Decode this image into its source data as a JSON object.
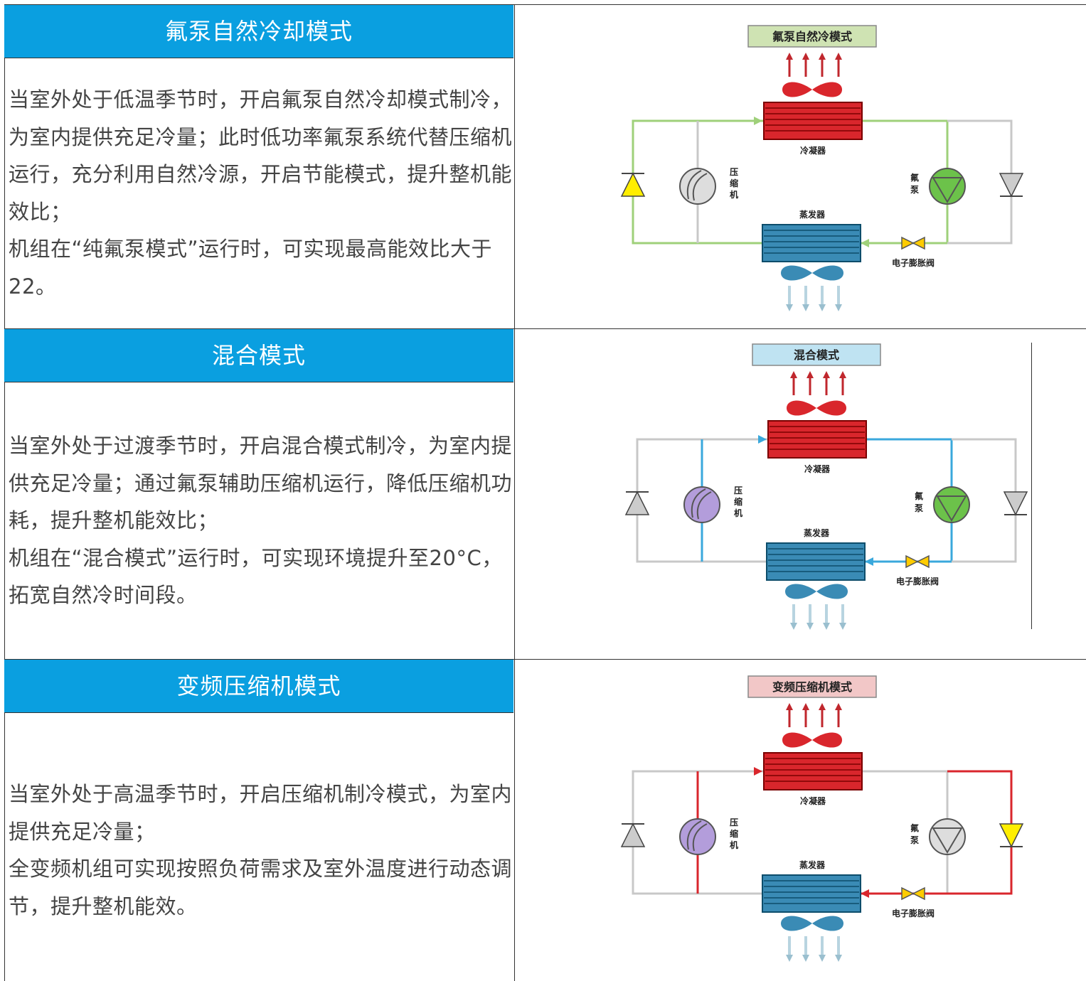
{
  "modes": [
    {
      "header": "氟泵自然冷却模式",
      "paragraphs": [
        "当室外处于低温季节时，开启氟泵自然冷却模式制冷，为室内提供充足冷量；此时低功率氟泵系统代替压缩机运行，充分利用自然冷源，开启节能模式，提升整机能效比；",
        "机组在“纯氟泵模式”运行时，可实现最高能效比大于 22。"
      ],
      "diagram": {
        "title": "氟泵自然冷模式",
        "title_bg": "#cfe3b3",
        "pipe_color": "#9fd07a",
        "condenser_label": "冷凝器",
        "evaporator_label": "蒸发器",
        "compressor_label": [
          "压",
          "缩",
          "机"
        ],
        "pump_label": [
          "氟",
          "泵"
        ],
        "valve_label": "电子膨胀阀",
        "compressor_fill": "#dddddd",
        "pump_fill": "#6cc24a",
        "left_check_fill": "#ffee00",
        "right_check_fill": "#cccccc"
      }
    },
    {
      "header": "混合模式",
      "paragraphs": [
        "当室外处于过渡季节时，开启混合模式制冷，为室内提供充足冷量；通过氟泵辅助压缩机运行，降低压缩机功耗，提升整机能效比；",
        "机组在“混合模式”运行时，可实现环境提升至20°C，拓宽自然冷时间段。"
      ],
      "diagram": {
        "title": "混合模式",
        "title_bg": "#bfe3f2",
        "pipe_color": "#3aa8dc",
        "condenser_label": "冷凝器",
        "evaporator_label": "蒸发器",
        "compressor_label": [
          "压",
          "缩",
          "机"
        ],
        "pump_label": [
          "氟",
          "泵"
        ],
        "valve_label": "电子膨胀阀",
        "compressor_fill": "#b39ddb",
        "pump_fill": "#6cc24a",
        "left_check_fill": "#cccccc",
        "right_check_fill": "#cccccc"
      }
    },
    {
      "header": "变频压缩机模式",
      "paragraphs": [
        "当室外处于高温季节时，开启压缩机制冷模式，为室内提供充足冷量；",
        "全变频机组可实现按照负荷需求及室外温度进行动态调节，提升整机能效。"
      ],
      "diagram": {
        "title": "变频压缩机模式",
        "title_bg": "#f2c7c7",
        "pipe_color": "#d9262c",
        "condenser_label": "冷凝器",
        "evaporator_label": "蒸发器",
        "compressor_label": [
          "压",
          "缩",
          "机"
        ],
        "pump_label": [
          "氟",
          "泵"
        ],
        "valve_label": "电子膨胀阀",
        "compressor_fill": "#b39ddb",
        "pump_fill": "#dddddd",
        "left_check_fill": "#cccccc",
        "right_check_fill": "#ffee00"
      }
    }
  ]
}
